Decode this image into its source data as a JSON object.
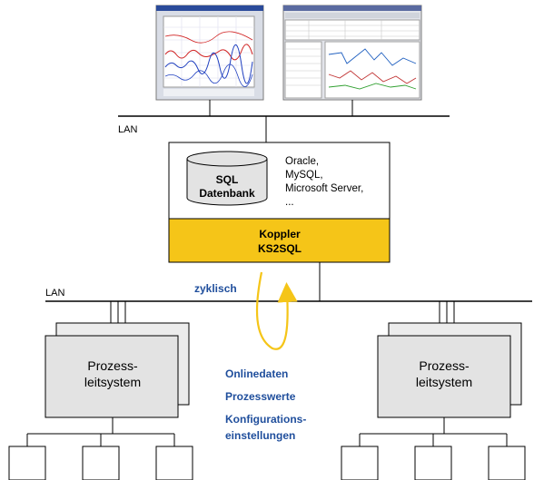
{
  "network": {
    "lan_top_label": "LAN",
    "lan_bottom_label": "LAN"
  },
  "server": {
    "db_line1": "SQL",
    "db_line2": "Datenbank",
    "db_list": [
      "Oracle,",
      "MySQL,",
      "Microsoft Server,",
      "..."
    ]
  },
  "coupler": {
    "line1": "Koppler",
    "line2": "KS2SQL",
    "color": "#f5c518"
  },
  "flow": {
    "cycle_label": "zyklisch",
    "items": [
      "Onlinedaten",
      "Prozesswerte",
      "Konfigurations-",
      "einstellungen"
    ],
    "text_color": "#1f4e9c",
    "arrow_color": "#f5c518"
  },
  "left_system": {
    "line1": "Prozess-",
    "line2": "leitsystem"
  },
  "right_system": {
    "line1": "Prozess-",
    "line2": "leitsystem"
  },
  "colors": {
    "system_fill": "#e3e3e3",
    "line": "#000000"
  }
}
